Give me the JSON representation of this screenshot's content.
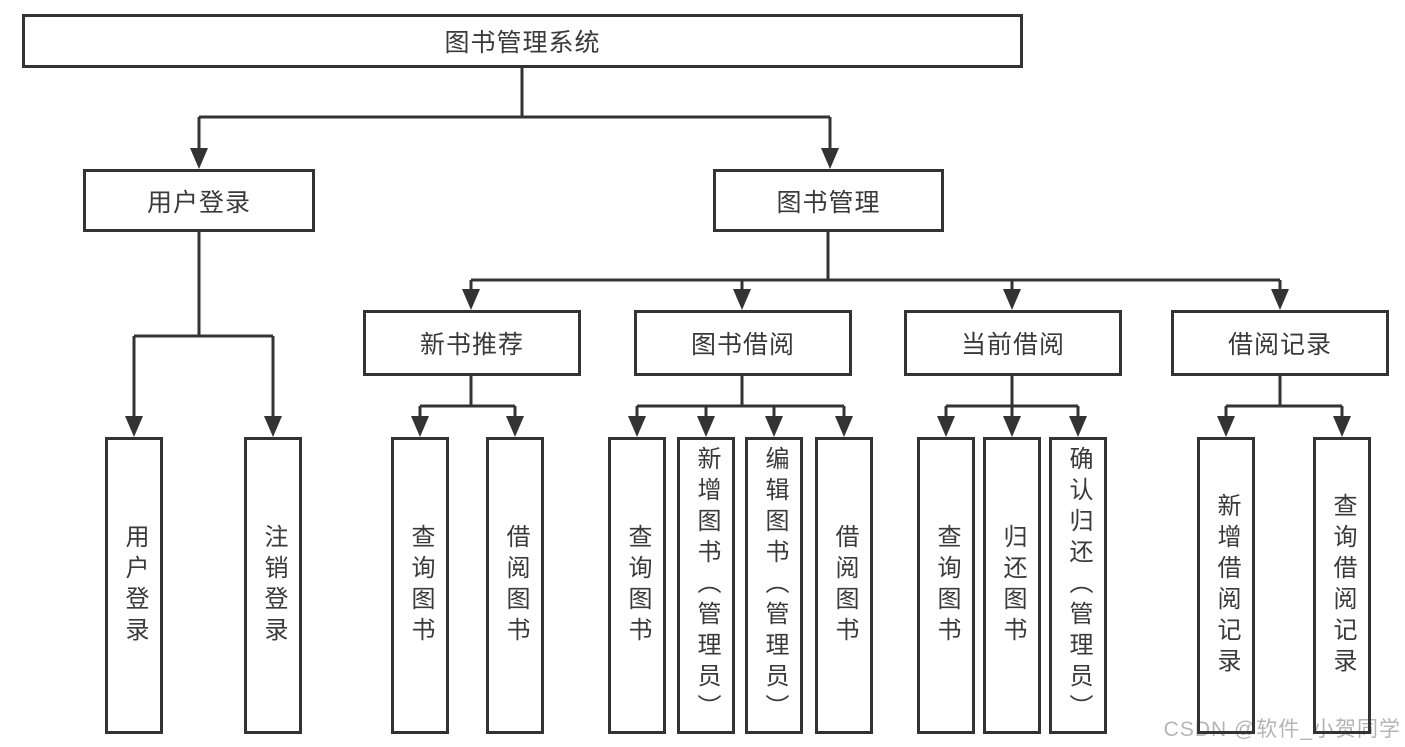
{
  "diagram": {
    "root": {
      "label": "图书管理系统"
    },
    "level2": [
      {
        "label": "用户登录"
      },
      {
        "label": "图书管理"
      }
    ],
    "level3": [
      {
        "label": "新书推荐"
      },
      {
        "label": "图书借阅"
      },
      {
        "label": "当前借阅"
      },
      {
        "label": "借阅记录"
      }
    ],
    "leaves": {
      "user_login": [
        "用户登录",
        "注销登录"
      ],
      "new_book_recommend": [
        "查询图书",
        "借阅图书"
      ],
      "book_borrowing": [
        "查询图书",
        "新增图书（管理员）",
        "编辑图书（管理员）",
        "借阅图书"
      ],
      "current_borrowing": [
        "查询图书",
        "归还图书",
        "确认归还（管理员）"
      ],
      "borrowing_records": [
        "新增借阅记录",
        "查询借阅记录"
      ]
    }
  },
  "watermark": {
    "text": "CSDN @软件_小贺同学"
  },
  "colors": {
    "line": "#333333",
    "text": "#3a3a3a",
    "box_bg": "#ffffff",
    "watermark": "#b5b5b5",
    "background": "#ffffff"
  }
}
